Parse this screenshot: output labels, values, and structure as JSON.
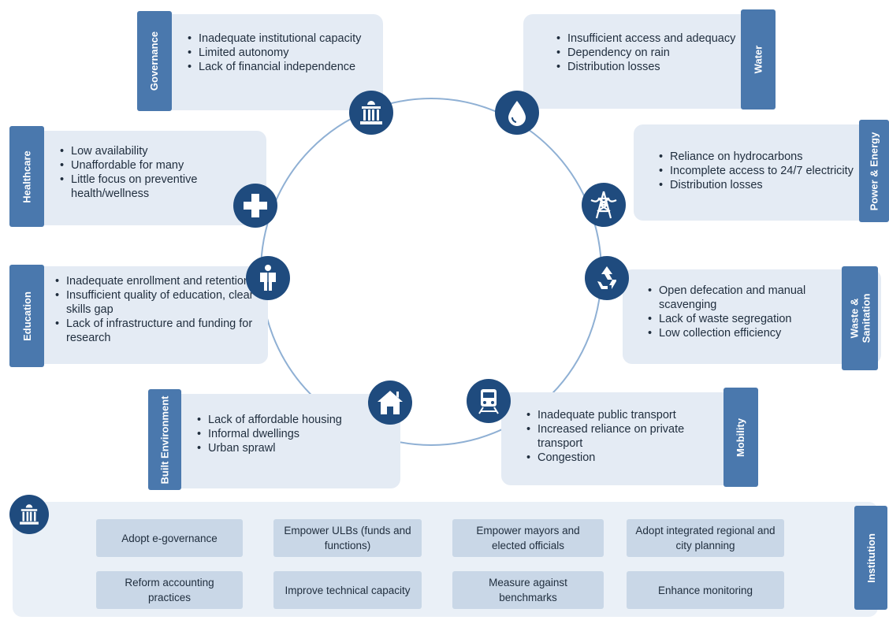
{
  "sectors": {
    "governance": {
      "title": "Governance",
      "items": [
        "Inadequate institutional capacity",
        "Limited autonomy",
        "Lack of financial independence"
      ],
      "icon": "government-building-icon"
    },
    "water": {
      "title": "Water",
      "items": [
        "Insufficient access  and adequacy",
        "Dependency on rain",
        "Distribution losses"
      ],
      "icon": "water-drop-icon"
    },
    "healthcare": {
      "title": "Healthcare",
      "items": [
        "Low availability",
        "Unaffordable for many",
        "Little focus on preventive health/wellness"
      ],
      "icon": "medical-cross-icon"
    },
    "power": {
      "title": "Power & Energy",
      "items": [
        "Reliance on hydrocarbons",
        "Incomplete access to 24/7 electricity",
        "Distribution losses"
      ],
      "icon": "transmission-tower-icon"
    },
    "education": {
      "title": "Education",
      "items": [
        "Inadequate enrollment and retention",
        "Insufficient quality of education, clear skills gap",
        "Lack of infrastructure and funding for research"
      ],
      "icon": "reader-icon"
    },
    "waste": {
      "title_line1": "Waste &",
      "title_line2": "Sanitation",
      "items": [
        "Open defecation and manual scavenging",
        "Lack of waste segregation",
        "Low collection efficiency"
      ],
      "icon": "recycle-icon"
    },
    "built": {
      "title": "Built Environment",
      "items": [
        "Lack of affordable housing",
        "Informal dwellings",
        "Urban sprawl"
      ],
      "icon": "house-icon"
    },
    "mobility": {
      "title": "Mobility",
      "items": [
        "Inadequate public transport",
        "Increased reliance on private transport",
        "Congestion"
      ],
      "icon": "train-icon"
    }
  },
  "institution": {
    "title": "Institution",
    "icon": "government-building-icon",
    "actions": [
      "Adopt e-governance",
      "Empower ULBs (funds and functions)",
      "Empower mayors and elected officials",
      "Adopt integrated regional and city planning",
      "Reform accounting practices",
      "Improve technical capacity",
      "Measure against benchmarks",
      "Enhance monitoring"
    ]
  },
  "colors": {
    "accent": "#4a78ad",
    "icon_bg": "#1f4b7e",
    "panel": "#e4ebf4",
    "action": "#c9d7e7",
    "ring": "#8fb0d4"
  }
}
